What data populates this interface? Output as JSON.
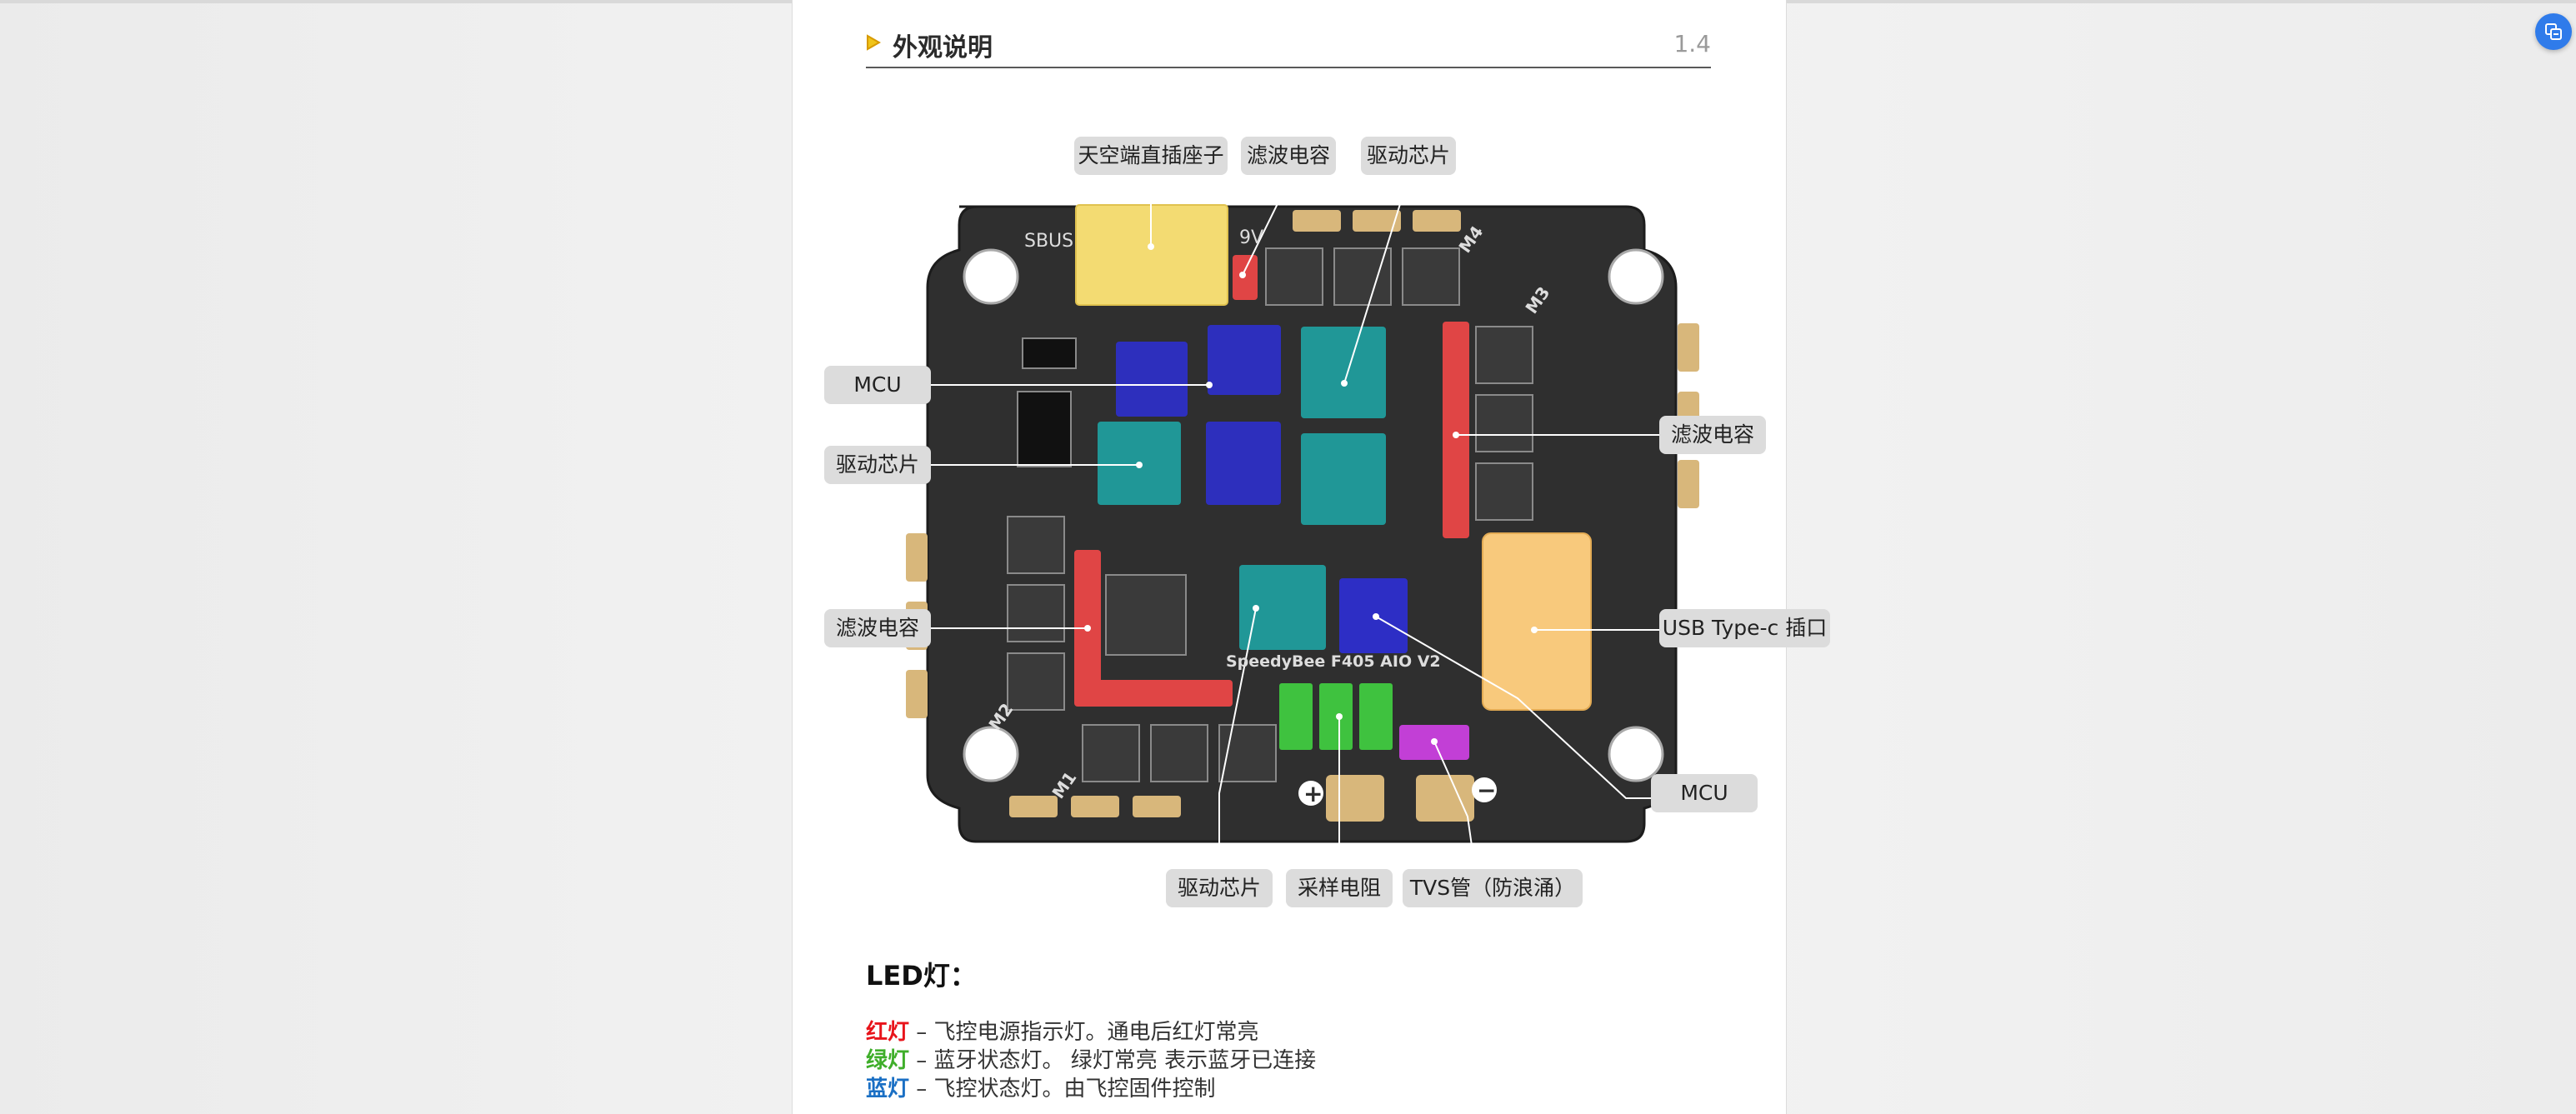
{
  "section": {
    "title": "外观说明",
    "number": "1.4"
  },
  "board": {
    "model_text": "SpeedyBee F405 AIO V2",
    "silk": {
      "sbus": "SBUS",
      "v9": "9V",
      "m1": "M1",
      "m2": "M2",
      "m3": "M3",
      "m4": "M4",
      "plus": "+",
      "minus": "−"
    }
  },
  "labels": {
    "top_rx_socket": "天空端直插座子",
    "top_capacitor": "滤波电容",
    "top_driver": "驱动芯片",
    "left_mcu": "MCU",
    "left_driver": "驱动芯片",
    "left_capacitor": "滤波电容",
    "right_capacitor": "滤波电容",
    "right_usb": "USB Type-c 插口",
    "right_mcu": "MCU",
    "bottom_driver": "驱动芯片",
    "bottom_resistor": "采样电阻",
    "bottom_tvs": "TVS管（防浪涌）"
  },
  "led": {
    "heading": "LED灯：",
    "items": [
      {
        "name": "红灯",
        "desc": " – 飞控电源指示灯。通电后红灯常亮",
        "color": "#e8141b"
      },
      {
        "name": "绿灯",
        "desc": " – 蓝牙状态灯。 绿灯常亮 表示蓝牙已连接",
        "color": "#3fae2a"
      },
      {
        "name": "蓝灯",
        "desc": " – 飞控状态灯。由飞控固件控制",
        "color": "#1a6fc4"
      }
    ]
  },
  "colors": {
    "board": "#2d2d2d",
    "mcu_highlight": "#2d2fd6",
    "driver_highlight": "#1fa3a3",
    "capacitor_highlight": "#e04545",
    "socket_highlight": "#f3db72",
    "usb_highlight": "#f8c97c",
    "resistor_highlight": "#3fc23f",
    "tvs_highlight": "#c23fd6",
    "pad": "#d8b77b"
  },
  "icons": {
    "section_marker": "triangle-right-icon",
    "float_button": "translate-icon"
  }
}
